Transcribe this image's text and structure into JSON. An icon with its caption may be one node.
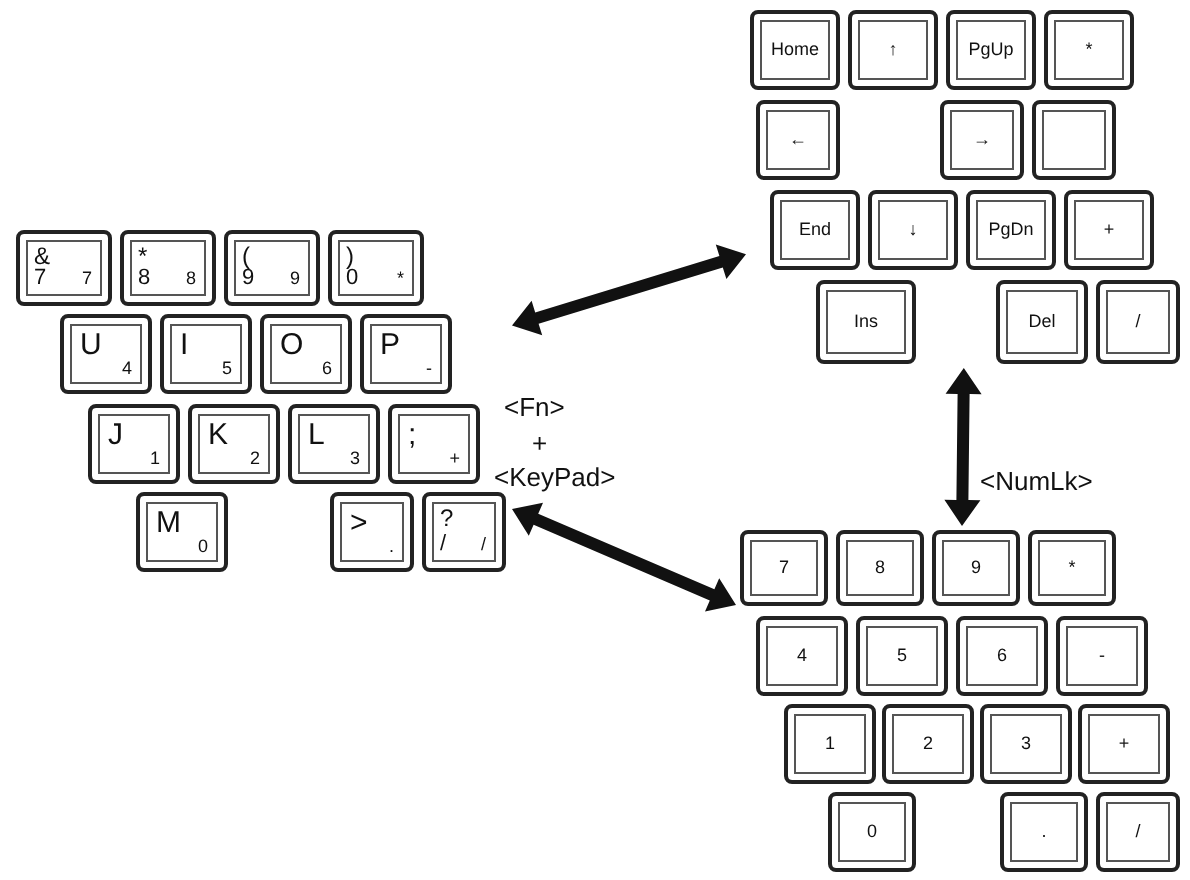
{
  "diagram": {
    "nodes": [
      {
        "text": [],
        "shape": "group"
      },
      {
        "text": [
          "&",
          "7",
          "7"
        ],
        "in": 0
      },
      {
        "text": [
          "*",
          "8",
          "8"
        ],
        "in": 0
      },
      {
        "text": [
          "(",
          "9",
          "9"
        ],
        "in": 0
      },
      {
        "text": [
          ")",
          "0",
          "*"
        ],
        "in": 0
      },
      {
        "text": [
          "U",
          "4"
        ],
        "in": 0
      },
      {
        "text": [
          "I",
          "5"
        ],
        "in": 0
      },
      {
        "text": [
          "O",
          "6"
        ],
        "in": 0
      },
      {
        "text": [
          "P",
          "-"
        ],
        "in": 0
      },
      {
        "text": [
          "J",
          "1"
        ],
        "in": 0
      },
      {
        "text": [
          "K",
          "2"
        ],
        "in": 0
      },
      {
        "text": [
          "L",
          "3"
        ],
        "in": 0
      },
      {
        "text": [
          ";",
          "+"
        ],
        "in": 0
      },
      {
        "text": [
          "M",
          "0"
        ],
        "in": 0
      },
      {
        "text": [
          ">",
          "."
        ],
        "in": 0
      },
      {
        "text": [
          "?",
          "/",
          "/"
        ],
        "in": 0
      },
      {
        "text": [],
        "shape": "group"
      },
      {
        "text": [
          "Home"
        ],
        "in": 16
      },
      {
        "text": [
          "↑"
        ],
        "in": 16
      },
      {
        "text": [
          "PgUp"
        ],
        "in": 16
      },
      {
        "text": [
          "*"
        ],
        "in": 16
      },
      {
        "text": [
          "←"
        ],
        "in": 16
      },
      {
        "text": [
          "→"
        ],
        "in": 16
      },
      {
        "text": [],
        "shape": "box",
        "in": 16
      },
      {
        "text": [
          "End"
        ],
        "in": 16
      },
      {
        "text": [
          "↓"
        ],
        "in": 16
      },
      {
        "text": [
          "PgDn"
        ],
        "in": 16
      },
      {
        "text": [
          "+"
        ],
        "in": 16
      },
      {
        "text": [
          "Ins"
        ],
        "in": 16
      },
      {
        "text": [
          "Del"
        ],
        "in": 16
      },
      {
        "text": [
          "/"
        ],
        "in": 16
      },
      {
        "text": [],
        "shape": "group"
      },
      {
        "text": [
          "7"
        ],
        "in": 31
      },
      {
        "text": [
          "8"
        ],
        "in": 31
      },
      {
        "text": [
          "9"
        ],
        "in": 31
      },
      {
        "text": [
          "*"
        ],
        "in": 31
      },
      {
        "text": [
          "4"
        ],
        "in": 31
      },
      {
        "text": [
          "5"
        ],
        "in": 31
      },
      {
        "text": [
          "6"
        ],
        "in": 31
      },
      {
        "text": [
          "-"
        ],
        "in": 31
      },
      {
        "text": [
          "1"
        ],
        "in": 31
      },
      {
        "text": [
          "2"
        ],
        "in": 31
      },
      {
        "text": [
          "3"
        ],
        "in": 31
      },
      {
        "text": [
          "+"
        ],
        "in": 31
      },
      {
        "text": [
          "0"
        ],
        "in": 31
      },
      {
        "text": [
          "."
        ],
        "in": 31
      },
      {
        "text": [
          "/"
        ],
        "in": 31
      }
    ],
    "edges": [
      {
        "from": 0,
        "to": 16,
        "arrow": "both"
      },
      {
        "from": 0,
        "to": 31,
        "arrow": "both"
      },
      {
        "from": 16,
        "to": 31,
        "arrow": "both"
      }
    ],
    "labels": [
      "<Fn>",
      "+",
      "<KeyPad>",
      "<NumLk>"
    ]
  }
}
